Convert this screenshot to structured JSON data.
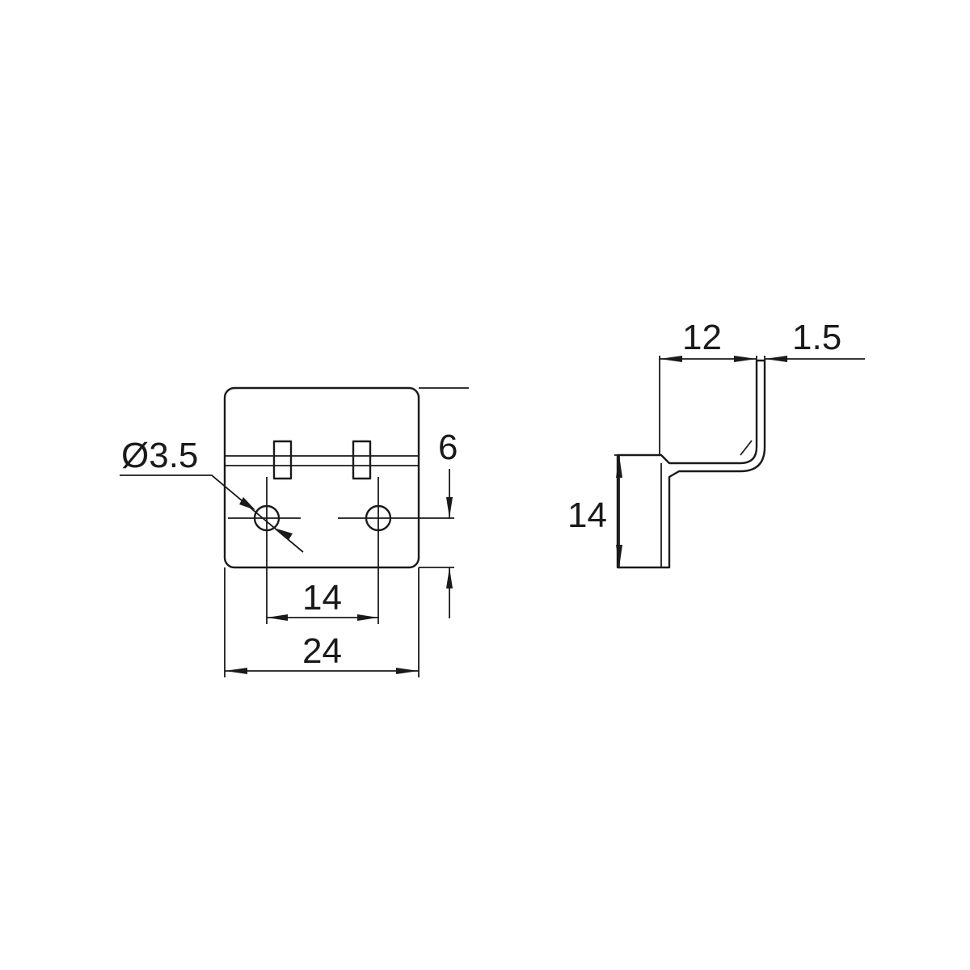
{
  "front_view": {
    "hole_diameter_label": "Ø3.5",
    "hole_spacing_label": "14",
    "overall_width_label": "24",
    "hole_offset_label": "6"
  },
  "side_view": {
    "flange_width_label": "12",
    "thickness_label": "1.5",
    "height_label": "14"
  }
}
